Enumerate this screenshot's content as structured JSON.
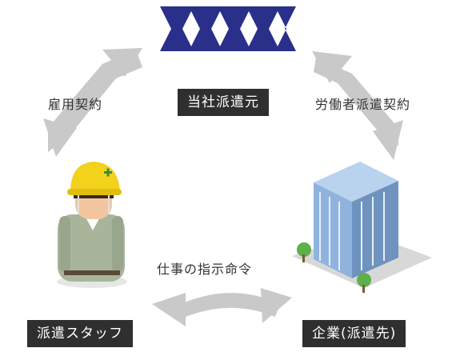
{
  "nodes": {
    "dispatcher": "当社派遣元",
    "staff": "派遣スタッフ",
    "client": "企業(派遣先)"
  },
  "relations": {
    "employment": "雇用契約",
    "dispatch_contract": "労働者派遣契約",
    "work_instruction": "仕事の指示命令"
  },
  "colors": {
    "arrow": "#c9c9c9",
    "label_bg": "#2f2f2f",
    "logo": "#2a2f8a",
    "helmet": "#f2d21a",
    "uniform": "#a8b59b",
    "building": "#8fb3dd"
  }
}
